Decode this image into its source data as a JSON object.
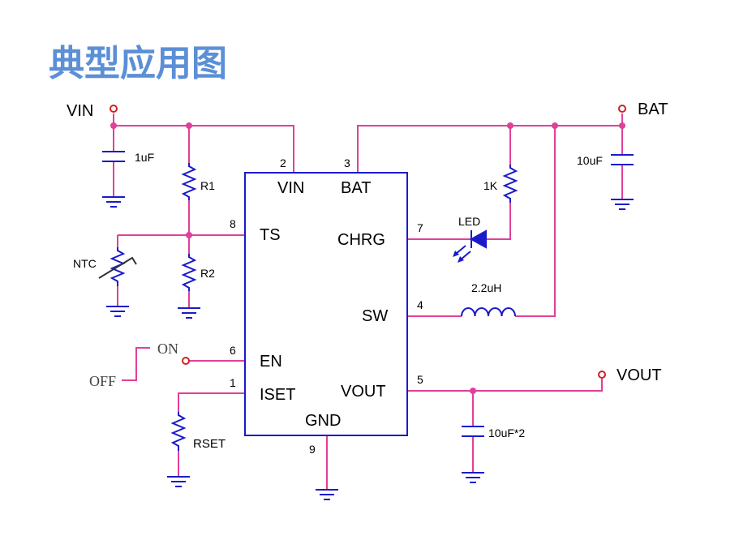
{
  "title": "典型应用图",
  "external": {
    "vin": "VIN",
    "bat": "BAT",
    "vout": "VOUT",
    "on": "ON",
    "off": "OFF"
  },
  "chip": {
    "pins": [
      {
        "number": "2",
        "name": "VIN"
      },
      {
        "number": "3",
        "name": "BAT"
      },
      {
        "number": "8",
        "name": "TS"
      },
      {
        "number": "7",
        "name": "CHRG"
      },
      {
        "number": "4",
        "name": "SW"
      },
      {
        "number": "6",
        "name": "EN"
      },
      {
        "number": "1",
        "name": "ISET"
      },
      {
        "number": "5",
        "name": "VOUT"
      },
      {
        "number": "9",
        "name": "GND"
      }
    ]
  },
  "components": {
    "c_vin": "1uF",
    "r1": "R1",
    "r2": "R2",
    "ntc": "NTC",
    "rset": "RSET",
    "r_led": "1K",
    "led": "LED",
    "inductor": "2.2uH",
    "c_bat": "10uF",
    "c_vout": "10uF*2"
  },
  "colors": {
    "title": "#5B8FD6",
    "wire": "#E0409A",
    "component": "#1A1ACC",
    "text": "#000000"
  }
}
